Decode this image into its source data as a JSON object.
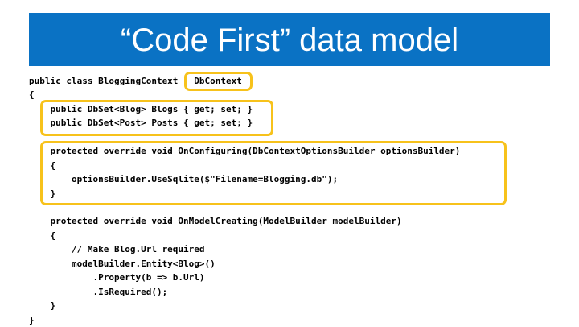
{
  "slide": {
    "title": "“Code First” data model",
    "accent_color": "#0a72c4",
    "highlight_color": "#f7c21b"
  },
  "code": {
    "lines": [
      "public class BloggingContext : DbContext",
      "{",
      "    public DbSet<Blog> Blogs { get; set; }",
      "    public DbSet<Post> Posts { get; set; }",
      "    protected override void OnConfiguring(DbContextOptionsBuilder optionsBuilder)",
      "    {",
      "        optionsBuilder.UseSqlite($\"Filename=Blogging.db\");",
      "    }",
      "    protected override void OnModelCreating(ModelBuilder modelBuilder)",
      "    {",
      "        // Make Blog.Url required",
      "        modelBuilder.Entity<Blog>()",
      "            .Property(b => b.Url)",
      "            .IsRequired();",
      "    }",
      "}"
    ]
  }
}
